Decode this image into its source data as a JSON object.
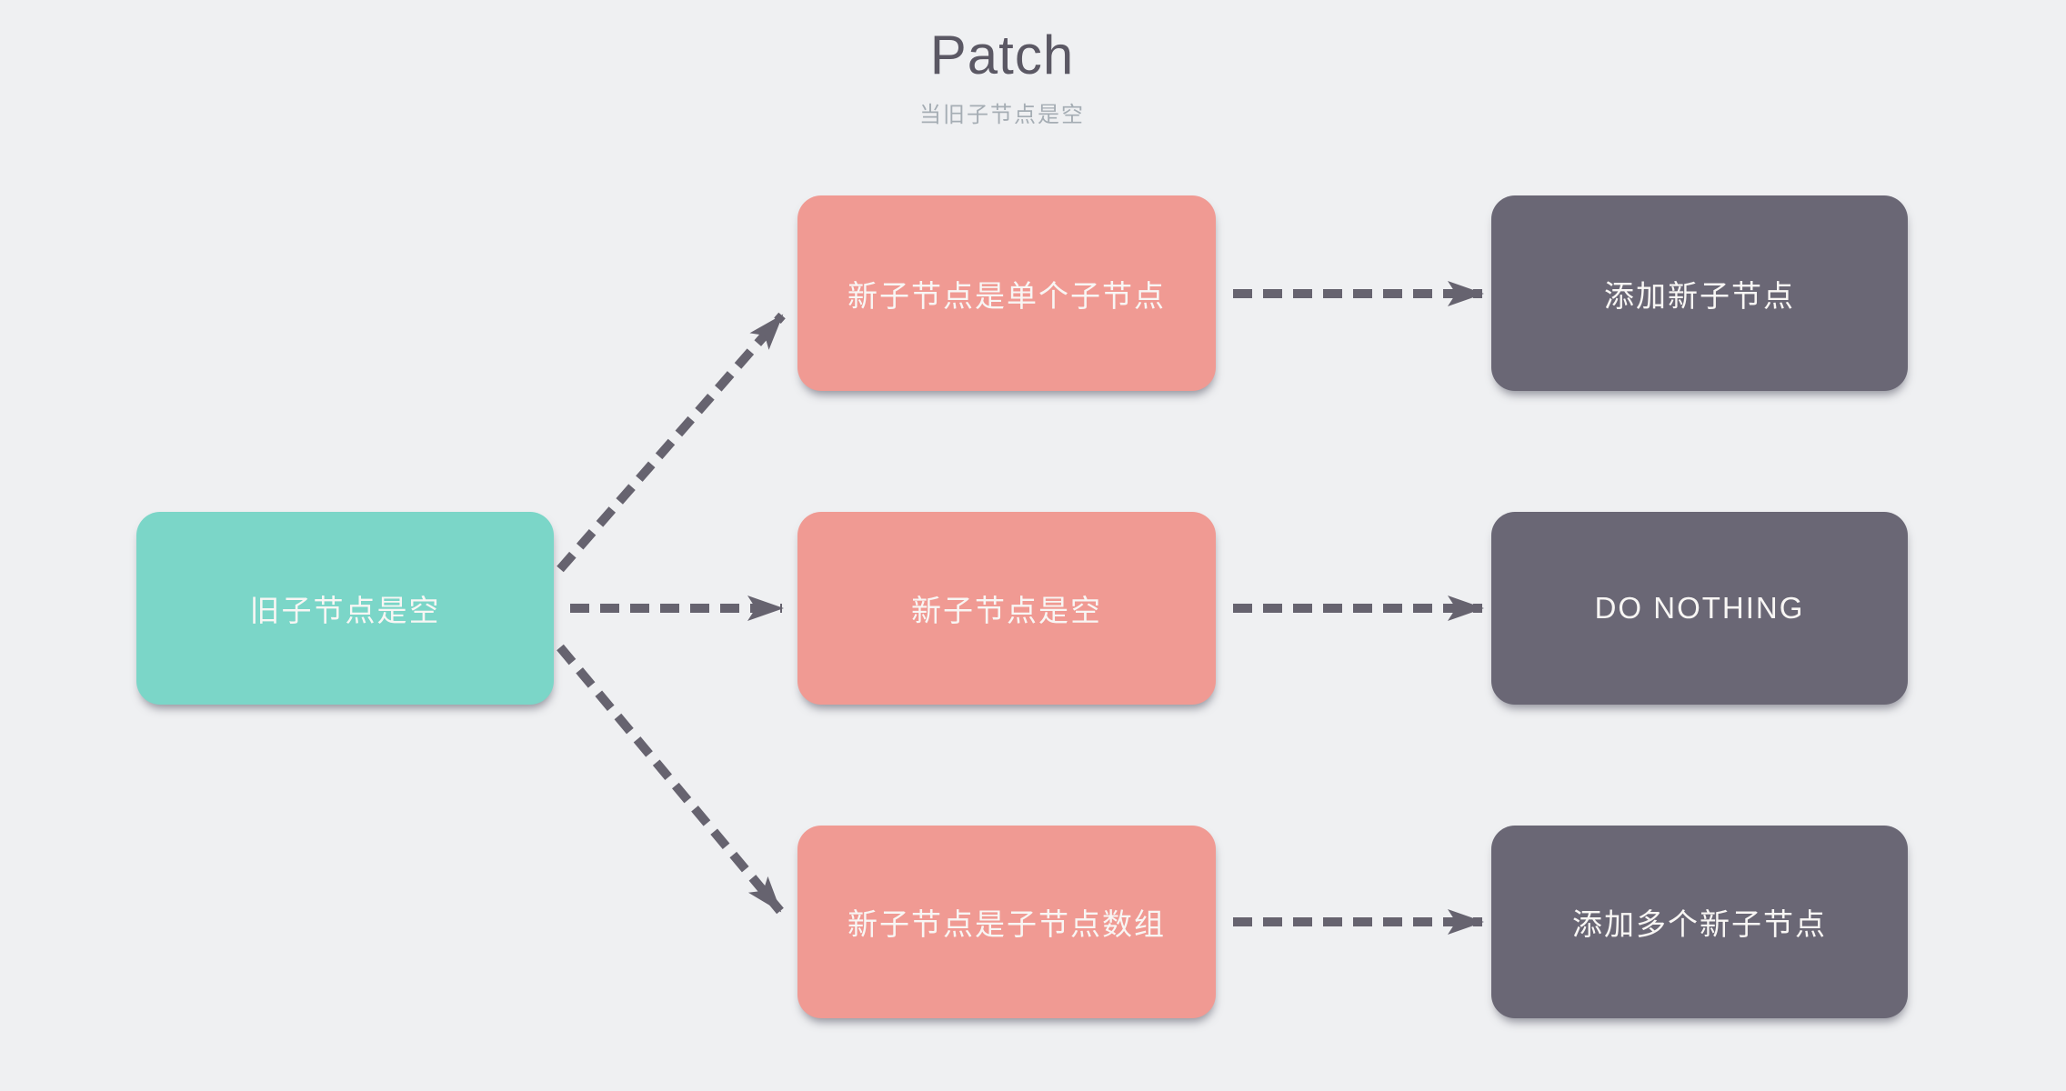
{
  "title": "Patch",
  "subtitle": "当旧子节点是空",
  "colors": {
    "background": "#EFF0F2",
    "source": "#7BD6C8",
    "condition": "#F09A93",
    "action": "#6A6775",
    "arrow": "#66636F",
    "title_text": "#5B5864",
    "subtitle_text": "#A5ADB4",
    "node_text": "#F8F6F4"
  },
  "nodes": {
    "source": {
      "label": "旧子节点是空"
    },
    "conditions": [
      {
        "label": "新子节点是单个子节点"
      },
      {
        "label": "新子节点是空"
      },
      {
        "label": "新子节点是子节点数组"
      }
    ],
    "actions": [
      {
        "label": "添加新子节点"
      },
      {
        "label": "DO NOTHING"
      },
      {
        "label": "添加多个新子节点"
      }
    ]
  }
}
